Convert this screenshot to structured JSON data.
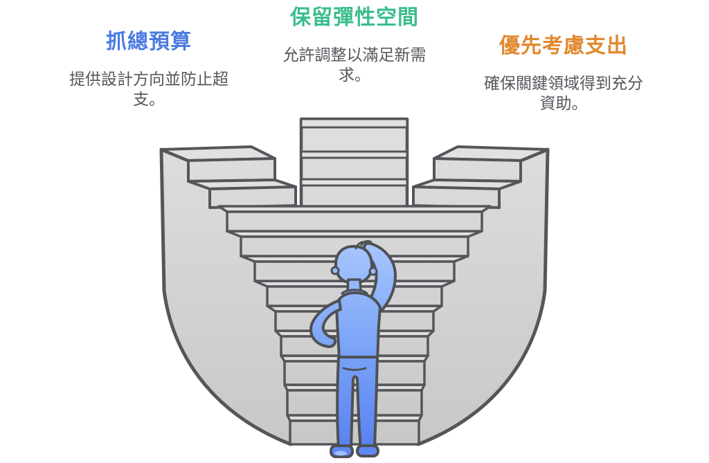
{
  "columns": [
    {
      "id": "budget",
      "title": "抓總預算",
      "title_color": "#4a7be0",
      "body": "提供設計方向並防止超支。"
    },
    {
      "id": "flexibility",
      "title": "保留彈性空間",
      "title_color": "#3abd8c",
      "body": "允許調整以滿足新需求。"
    },
    {
      "id": "priority",
      "title": "優先考慮支出",
      "title_color": "#e1882f",
      "body": "確保關鍵領域得到充分資助。"
    }
  ],
  "illustration": {
    "name": "person-contemplating-grand-staircase",
    "colors": {
      "structure_fill": "#d6d6d6",
      "structure_fill_light": "#e2e2e2",
      "outline": "#54565a",
      "person_blue_top": "#a6c6fc",
      "person_blue_bottom": "#567ff1"
    }
  }
}
